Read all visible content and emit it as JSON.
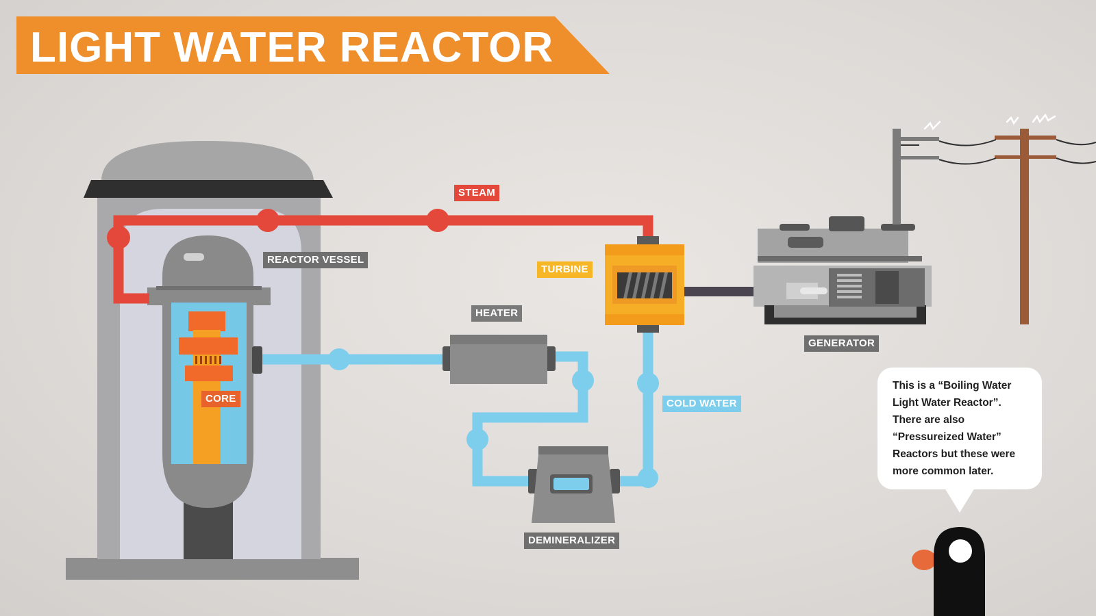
{
  "title": "LIGHT WATER REACTOR",
  "labels": {
    "steam": "STEAM",
    "reactor_vessel": "REACTOR VESSEL",
    "turbine": "TURBINE",
    "heater": "HEATER",
    "core": "CORE",
    "generator": "GENERATOR",
    "cold_water": "COLD WATER",
    "demineralizer": "DEMINERALIZER"
  },
  "speech_bubble": {
    "lines": [
      "This is a “Boiling Water",
      "Light Water Reactor”.",
      "There are also",
      "“Pressureized Water”",
      "Reactors but these were",
      "more common later."
    ]
  },
  "colors": {
    "banner": "#ef8f2c",
    "steam_pipe": "#e4483a",
    "water_pipe": "#7dcdec",
    "turbine": "#f6ae27",
    "core": "#f6a023",
    "label_gray": "#6f6f6f",
    "label_red": "#e4483a",
    "label_orange": "#e8632b",
    "label_yellow": "#f6b626",
    "label_blue": "#7dcdec"
  },
  "icons": {
    "reactor": "reactor-building-icon",
    "turbine": "turbine-icon",
    "generator": "generator-icon",
    "power_line": "power-pole-icon",
    "character": "penguin-icon"
  }
}
